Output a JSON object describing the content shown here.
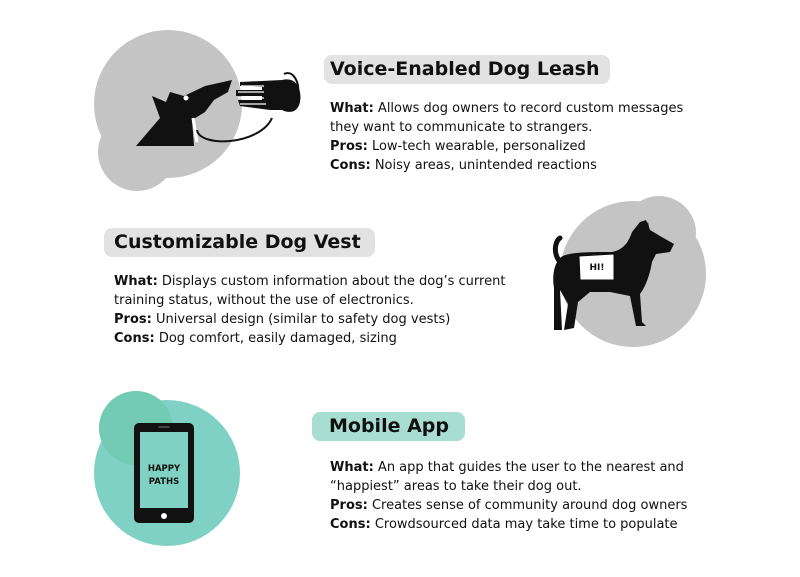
{
  "sections": [
    {
      "title": "Voice-Enabled Dog Leash",
      "pill_color": "#e2e2e2",
      "what_label": "What:",
      "what_lines": [
        "Allows dog owners to record custom messages",
        "they want to communicate to strangers."
      ],
      "pros_label": "Pros:",
      "pros": "Low-tech wearable, personalized",
      "cons_label": "Cons:",
      "cons": "Noisy areas, unintended reactions",
      "icon": "dog-head-leash-hand-icon"
    },
    {
      "title": "Customizable Dog Vest",
      "pill_color": "#e2e2e2",
      "what_label": "What:",
      "what_lines": [
        "Displays custom information about the dog’s current",
        "training status, without the use of electronics."
      ],
      "pros_label": "Pros:",
      "pros": "Universal design (similar to safety dog vests)",
      "cons_label": "Cons:",
      "cons": "Dog comfort, easily damaged, sizing",
      "icon": "dog-vest-icon",
      "vest_text": "HI!"
    },
    {
      "title": "Mobile App",
      "pill_color": "#a8ddd2",
      "what_label": "What:",
      "what_lines": [
        "An app that guides the user to the nearest and",
        "“happiest” areas to take their dog out."
      ],
      "pros_label": "Pros:",
      "pros": "Creates sense of community around dog owners",
      "cons_label": "Cons:",
      "cons": "Crowdsourced data may take time to populate",
      "icon": "smartphone-icon",
      "phone_text": [
        "HAPPY",
        "PATHS"
      ]
    }
  ],
  "colors": {
    "gray_circle": "#c4c4c4",
    "gray_circle_overlap": "#b4b4b4",
    "teal_circle": "#7fd1c3",
    "teal_circle_overlap": "#6cc4a8"
  }
}
